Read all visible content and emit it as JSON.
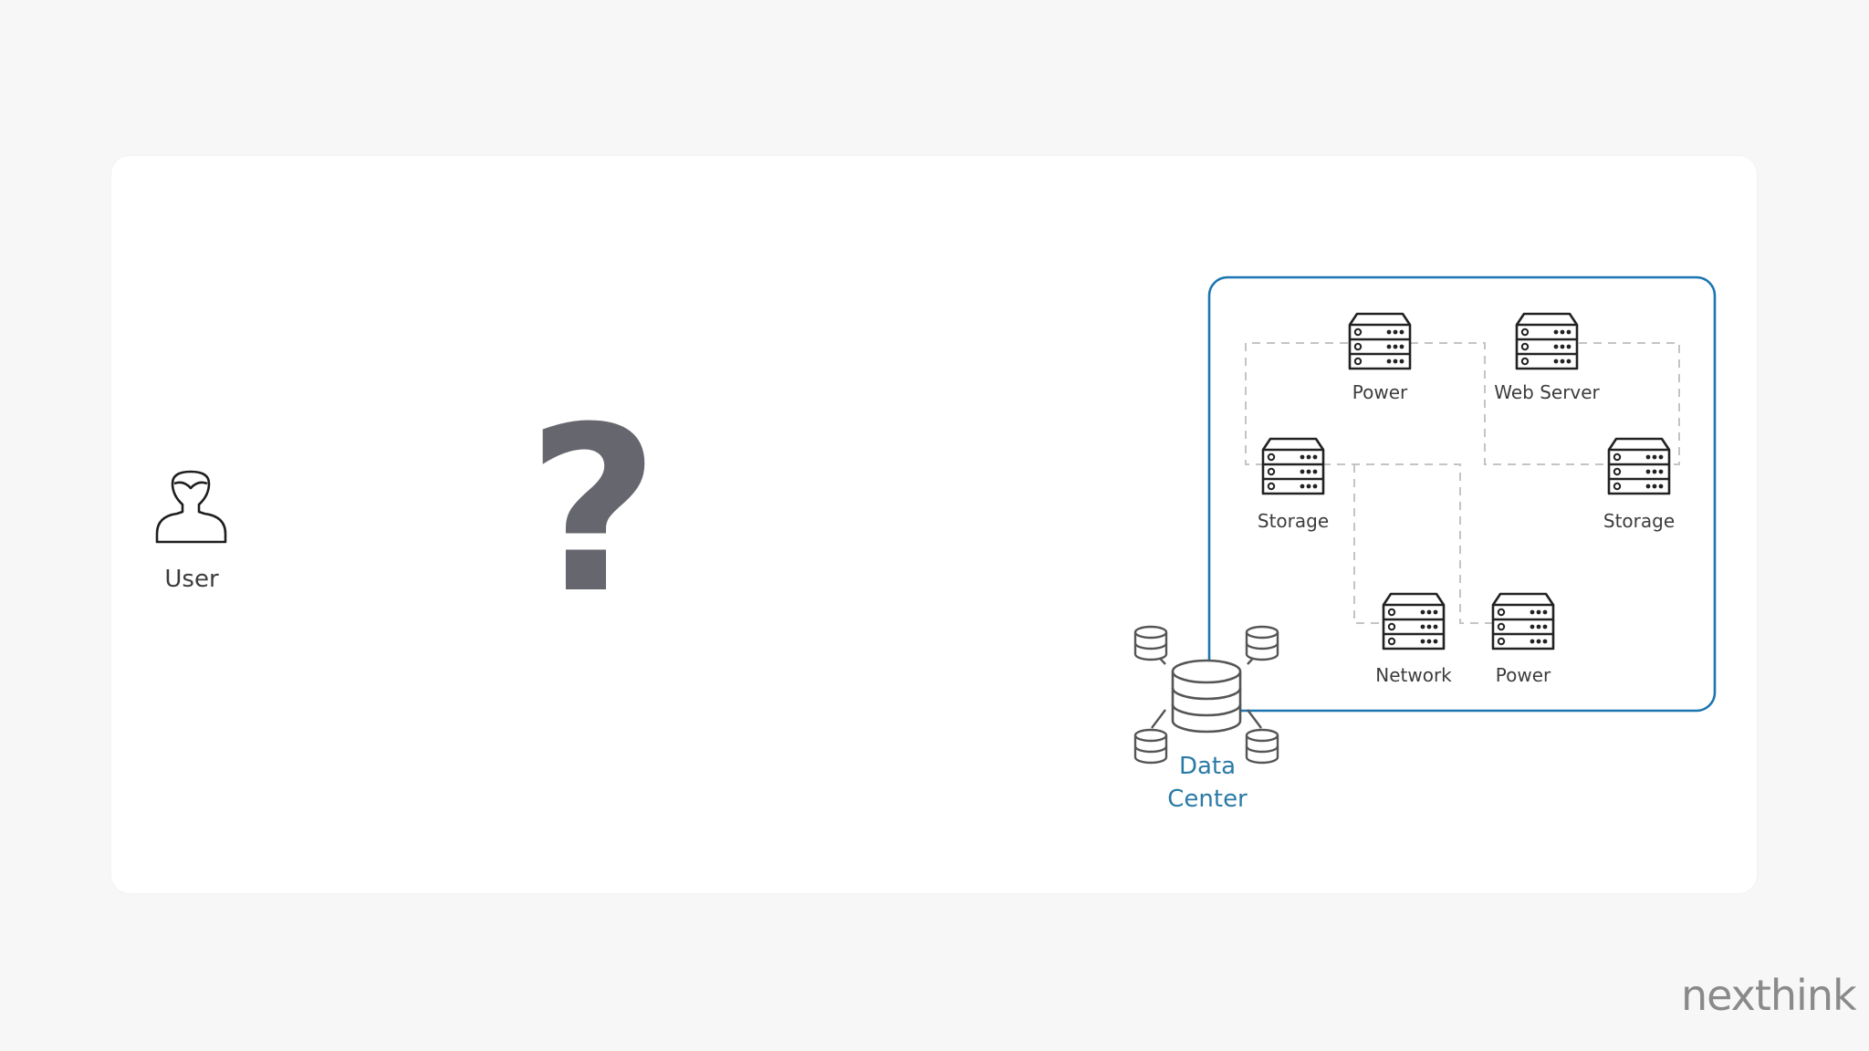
{
  "user": {
    "label": "User",
    "icon": "user-icon"
  },
  "unknown": {
    "symbol": "?"
  },
  "datacenter": {
    "label_line1": "Data",
    "label_line2": "Center",
    "icon": "database-cluster-icon",
    "border_color": "#1b75b0"
  },
  "servers": [
    {
      "label": "Power",
      "icon": "server-icon"
    },
    {
      "label": "Web Server",
      "icon": "server-icon"
    },
    {
      "label": "Storage",
      "icon": "server-icon"
    },
    {
      "label": "Storage",
      "icon": "server-icon"
    },
    {
      "label": "Network",
      "icon": "server-icon"
    },
    {
      "label": "Power",
      "icon": "server-icon"
    }
  ],
  "brand": {
    "logo_text": "nexthink"
  }
}
